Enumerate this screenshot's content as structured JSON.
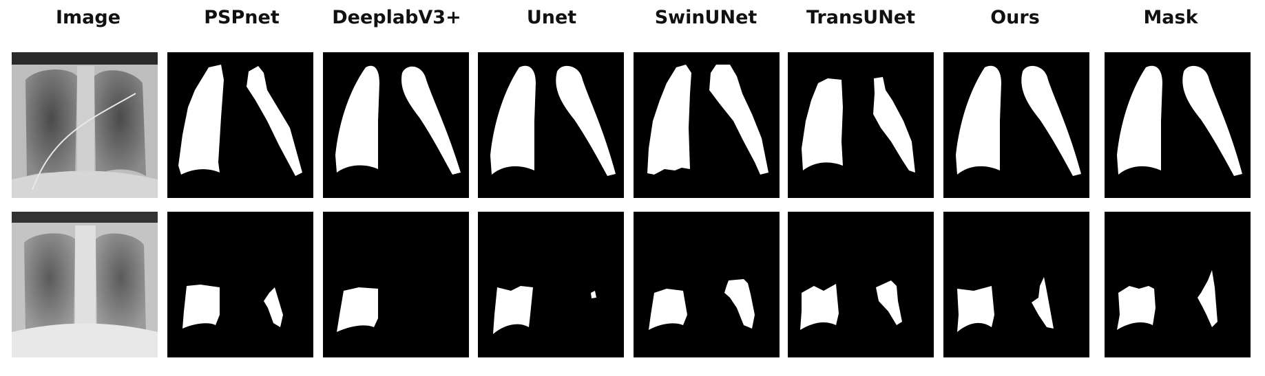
{
  "columns": [
    {
      "title": "Image"
    },
    {
      "title": "PSPnet"
    },
    {
      "title": "DeeplabV3+"
    },
    {
      "title": "Unet"
    },
    {
      "title": "SwinUNet"
    },
    {
      "title": "TransUNet"
    },
    {
      "title": "Ours"
    },
    {
      "title": "Mask"
    }
  ],
  "rows": [
    {
      "kind": "xray-1"
    },
    {
      "kind": "xray-2"
    }
  ],
  "colors": {
    "background": "#000000",
    "mask": "#ffffff"
  }
}
